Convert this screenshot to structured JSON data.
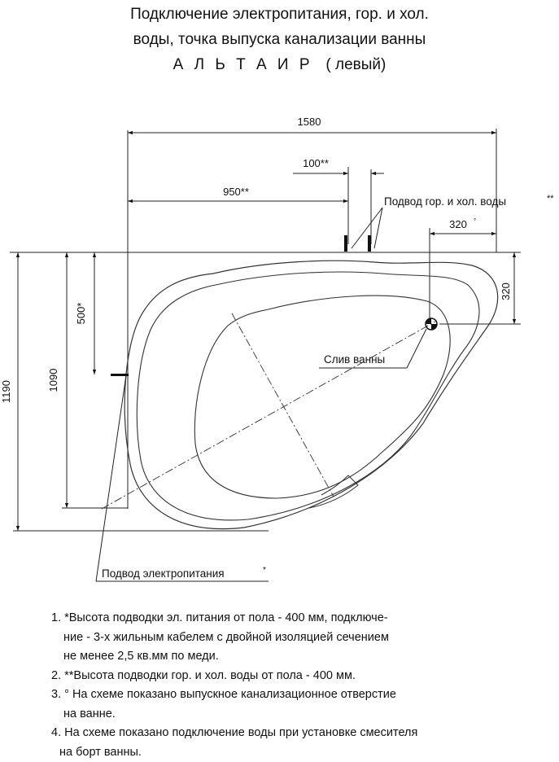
{
  "title": {
    "line1": "Подключение электропитания, гор. и хол.",
    "line2": "воды, точка выпуска канализации ванны",
    "model": "А Л Ь Т А И Р",
    "model_sub": "( левый)"
  },
  "dimensions": {
    "width_total": "1580",
    "water_offset": "100**",
    "water_from_left": "950**",
    "drain_horiz": "320",
    "drain_vert": "320",
    "power_height": "500*",
    "inner_depth": "1090",
    "depth_total": "1190"
  },
  "labels": {
    "water_supply": "Подвод гор. и хол. воды",
    "drain": "Слив ванны",
    "power_supply": "Подвод электропитания"
  },
  "notes": [
    {
      "lines": [
        "1. *Высота подводки эл. питания от пола - 400 мм, подключе-",
        "ние - 3-х жильным кабелем с двойной изоляцией сечением",
        "не менее 2,5 кв.мм по меди."
      ]
    },
    {
      "lines": [
        "2. **Высота подводки гор. и хол. воды от пола - 400 мм."
      ]
    },
    {
      "lines": [
        "3. ° На схеме показано выпускное канализационное отверстие",
        "на ванне."
      ]
    },
    {
      "lines": [
        "4. На схеме показано подключение воды при установке смесителя",
        "на борт ванны."
      ]
    }
  ]
}
